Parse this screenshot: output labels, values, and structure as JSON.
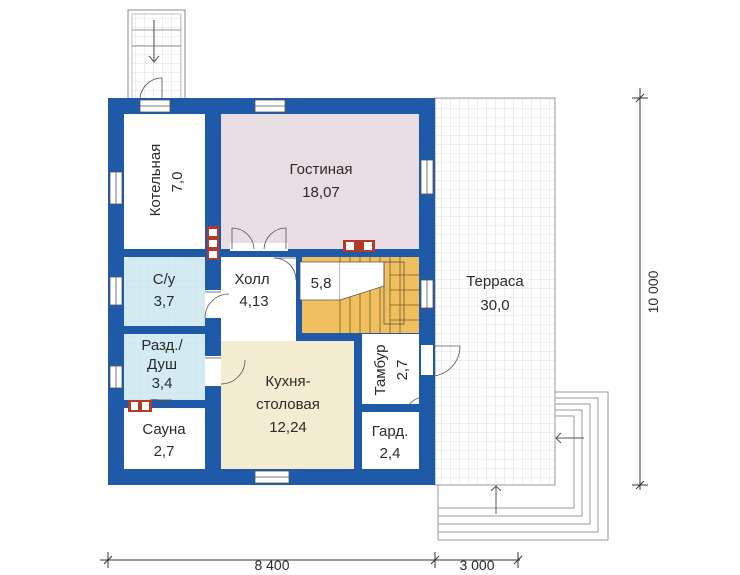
{
  "rooms": {
    "boiler": {
      "name": "Котельная",
      "area": "7,0"
    },
    "living": {
      "name": "Гостиная",
      "area": "18,07"
    },
    "bath": {
      "name": "С/у",
      "area": "3,7"
    },
    "hall": {
      "name": "Холл",
      "area": "4,13"
    },
    "stair": {
      "area": "5,8"
    },
    "dressing": {
      "name1": "Разд./",
      "name2": "Душ",
      "area": "3,4"
    },
    "kitchen": {
      "name1": "Кухня-",
      "name2": "столовая",
      "area": "12,24"
    },
    "vestibule": {
      "name": "Тамбур",
      "area": "2,7"
    },
    "sauna": {
      "name": "Сауна",
      "area": "2,7"
    },
    "wardrobe": {
      "name": "Гард.",
      "area": "2,4"
    },
    "terrace": {
      "name": "Терраса",
      "area": "30,0"
    }
  },
  "dimensions": {
    "width_main": "8 400",
    "width_terrace": "3 000",
    "depth": "10 000"
  },
  "colors": {
    "wall": "#1e5aa8",
    "living": "#e8dde3",
    "bath": "#d3ecf4",
    "kitchen": "#f4ecd0",
    "stair": "#f0c060",
    "terrace_grid": "#d8d8d8",
    "chimney": "#b23a2a"
  }
}
